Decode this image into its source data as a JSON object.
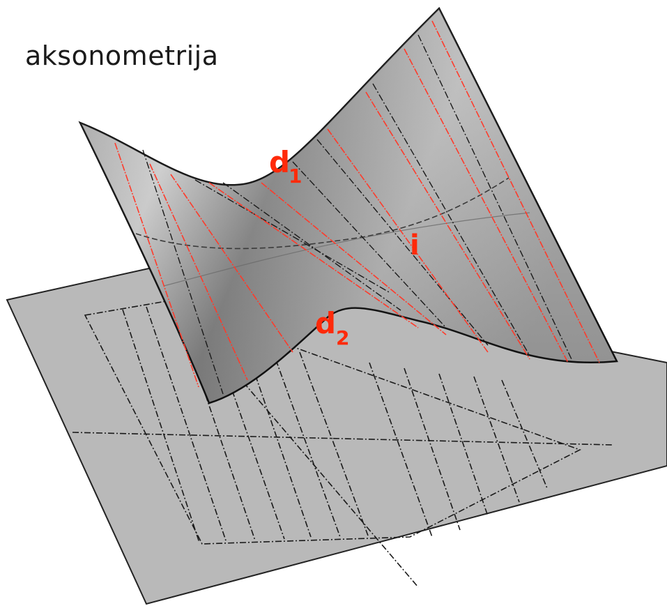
{
  "title": "aksonometrija",
  "labels": {
    "d1": {
      "main": "d",
      "sub": "1"
    },
    "d2": {
      "main": "d",
      "sub": "2"
    },
    "i": {
      "main": "i"
    }
  },
  "colors": {
    "ruling": "#ff3a2a",
    "plane": "#b8b8b8",
    "outline": "#111111",
    "label": "#ff2a0a"
  }
}
